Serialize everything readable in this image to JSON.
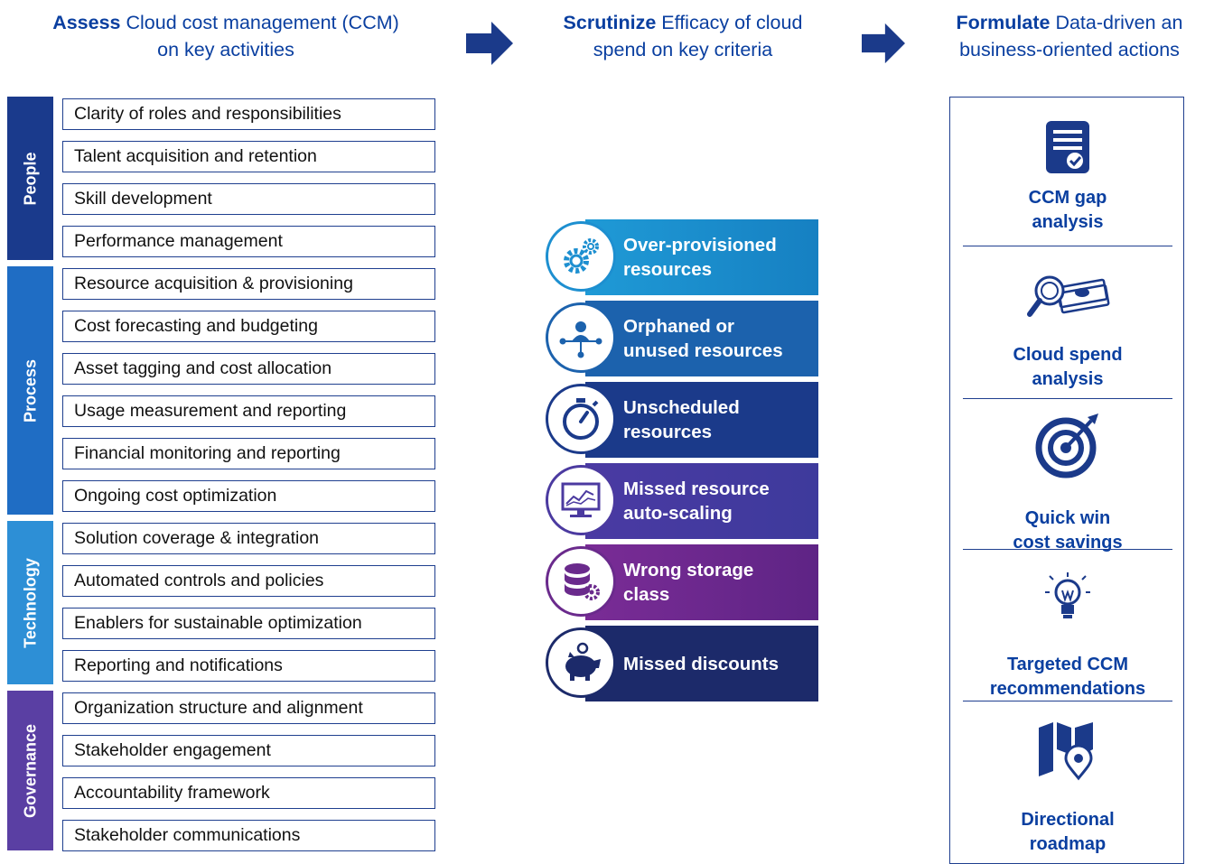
{
  "headers": [
    {
      "bold": "Assess",
      "text": " Cloud cost management (CCM)",
      "line2": "on key activities"
    },
    {
      "bold": "Scrutinize",
      "text": " Efficacy of cloud",
      "line2": "spend on key criteria"
    },
    {
      "bold": "Formulate",
      "text": " Data-driven an",
      "line2": "business-oriented actions"
    }
  ],
  "categories": [
    {
      "label": "People",
      "color": "#1a3a8c"
    },
    {
      "label": "Process",
      "color": "#1f6dc4"
    },
    {
      "label": "Technology",
      "color": "#2d8fd6"
    },
    {
      "label": "Governance",
      "color": "#5a3fa3"
    }
  ],
  "activities": [
    "Clarity of roles and responsibilities",
    "Talent acquisition and retention",
    "Skill development",
    "Performance management",
    "Resource acquisition & provisioning",
    "Cost forecasting and budgeting",
    "Asset tagging and cost allocation",
    "Usage measurement and reporting",
    "Financial monitoring and reporting",
    "Ongoing cost optimization",
    "Solution coverage & integration",
    "Automated controls and policies",
    "Enablers for sustainable optimization",
    "Reporting and notifications",
    "Organization structure and alignment",
    "Stakeholder engagement",
    "Accountability framework",
    "Stakeholder communications"
  ],
  "criteria": [
    {
      "label": "Over-provisioned\nresources",
      "icon": "gears-icon",
      "color": "#1d8fd0"
    },
    {
      "label": "Orphaned or\nunused resources",
      "icon": "network-person-icon",
      "color": "#1c62ad"
    },
    {
      "label": "Unscheduled\nresources",
      "icon": "stopwatch-icon",
      "color": "#1b3a8a"
    },
    {
      "label": "Missed resource\nauto-scaling",
      "icon": "monitor-chart-icon",
      "color": "#4b3aa0"
    },
    {
      "label": "Wrong storage\nclass",
      "icon": "database-gear-icon",
      "color": "#6a2a8c"
    },
    {
      "label": "Missed discounts",
      "icon": "piggy-bank-icon",
      "color": "#1c2a6a"
    }
  ],
  "outputs": [
    {
      "label": "CCM gap\nanalysis",
      "icon": "checklist-icon"
    },
    {
      "label": "Cloud spend\nanalysis",
      "icon": "magnifier-money-icon"
    },
    {
      "label": "Quick win\ncost savings",
      "icon": "target-icon"
    },
    {
      "label": "Targeted CCM\nrecommendations",
      "icon": "lightbulb-icon"
    },
    {
      "label": "Directional\nroadmap",
      "icon": "map-pin-icon"
    }
  ]
}
